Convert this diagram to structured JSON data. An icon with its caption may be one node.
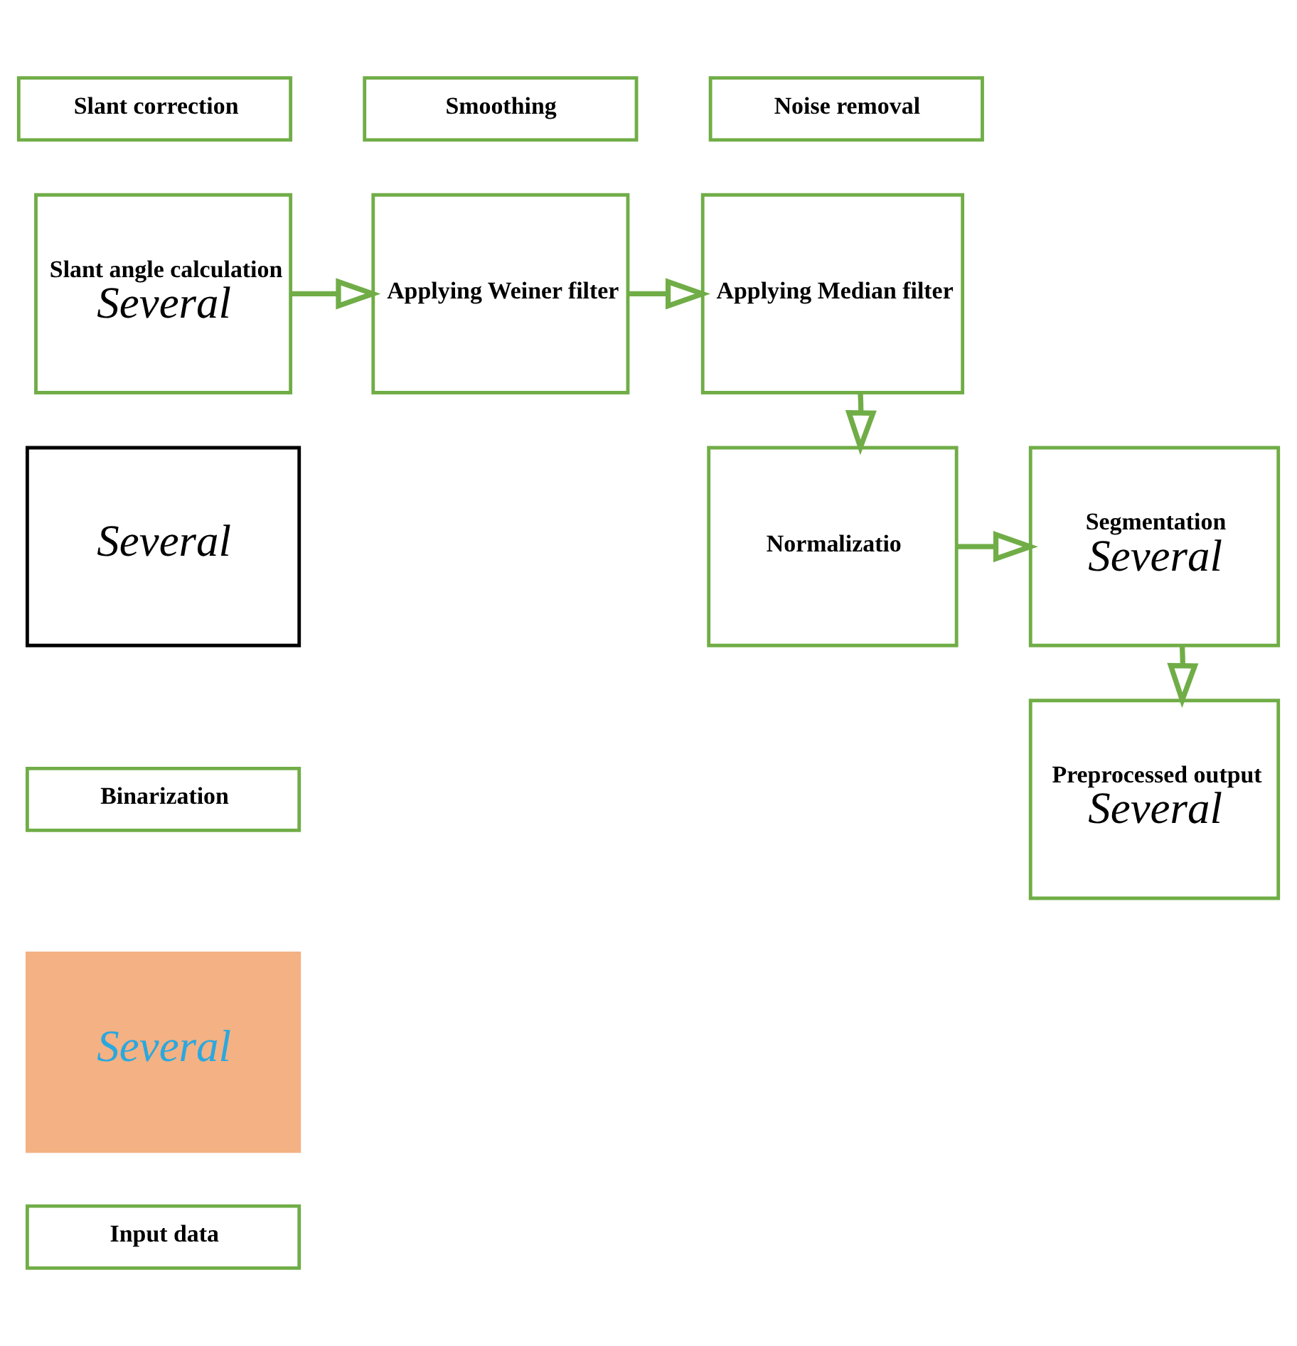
{
  "diagram": {
    "nodes": [
      {
        "text": [
          "Slant correction"
        ]
      },
      {
        "text": [
          "Smoothing"
        ]
      },
      {
        "text": [
          "Noise removal"
        ]
      },
      {
        "text": [
          "Slant angle calculation",
          "Several"
        ]
      },
      {
        "text": [
          "Applying Weiner filter"
        ]
      },
      {
        "text": [
          "Applying Median filter"
        ]
      },
      {
        "text": [
          "Several"
        ]
      },
      {
        "text": [
          "Segmentation",
          "Several"
        ]
      },
      {
        "text": [
          "Normalizatio"
        ]
      },
      {
        "text": [
          "Binarization"
        ]
      },
      {
        "text": [
          "Several"
        ]
      },
      {
        "text": [
          "Preprocessed output",
          "Several"
        ]
      },
      {
        "text": [
          "Input data"
        ]
      }
    ],
    "edges": [
      {
        "from": 3,
        "to": 4,
        "arrow": "to"
      },
      {
        "from": 4,
        "to": 5,
        "arrow": "to"
      },
      {
        "from": 5,
        "to": 8,
        "arrow": "to"
      },
      {
        "from": 8,
        "to": 7,
        "arrow": "to"
      },
      {
        "from": 7,
        "to": 11,
        "arrow": "to"
      }
    ]
  }
}
